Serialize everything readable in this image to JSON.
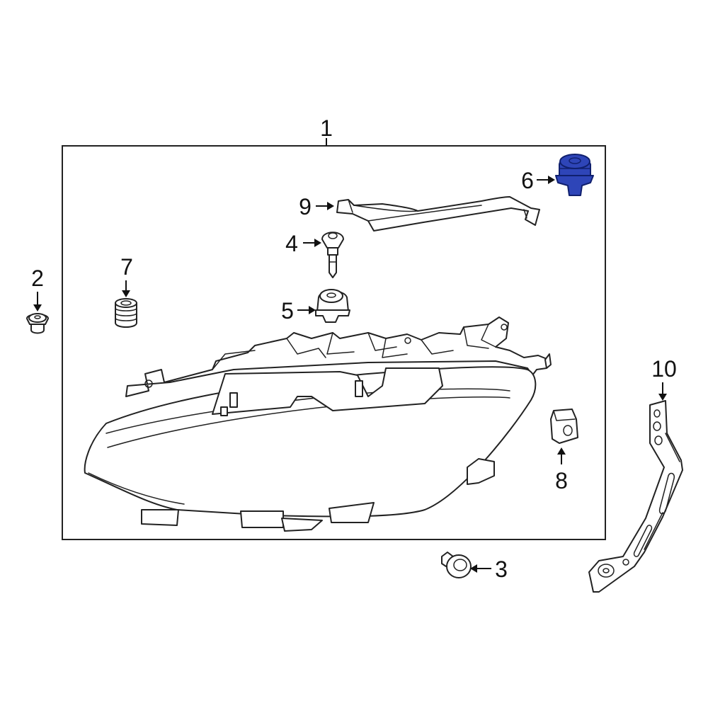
{
  "callouts": [
    {
      "id": "1",
      "text": "1"
    },
    {
      "id": "2",
      "text": "2"
    },
    {
      "id": "3",
      "text": "3"
    },
    {
      "id": "4",
      "text": "4"
    },
    {
      "id": "5",
      "text": "5"
    },
    {
      "id": "6",
      "text": "6"
    },
    {
      "id": "7",
      "text": "7"
    },
    {
      "id": "8",
      "text": "8"
    },
    {
      "id": "9",
      "text": "9"
    },
    {
      "id": "10",
      "text": "10"
    }
  ],
  "highlight_color": "#2e45b8",
  "line_color": "#222222",
  "background_color": "#ffffff"
}
